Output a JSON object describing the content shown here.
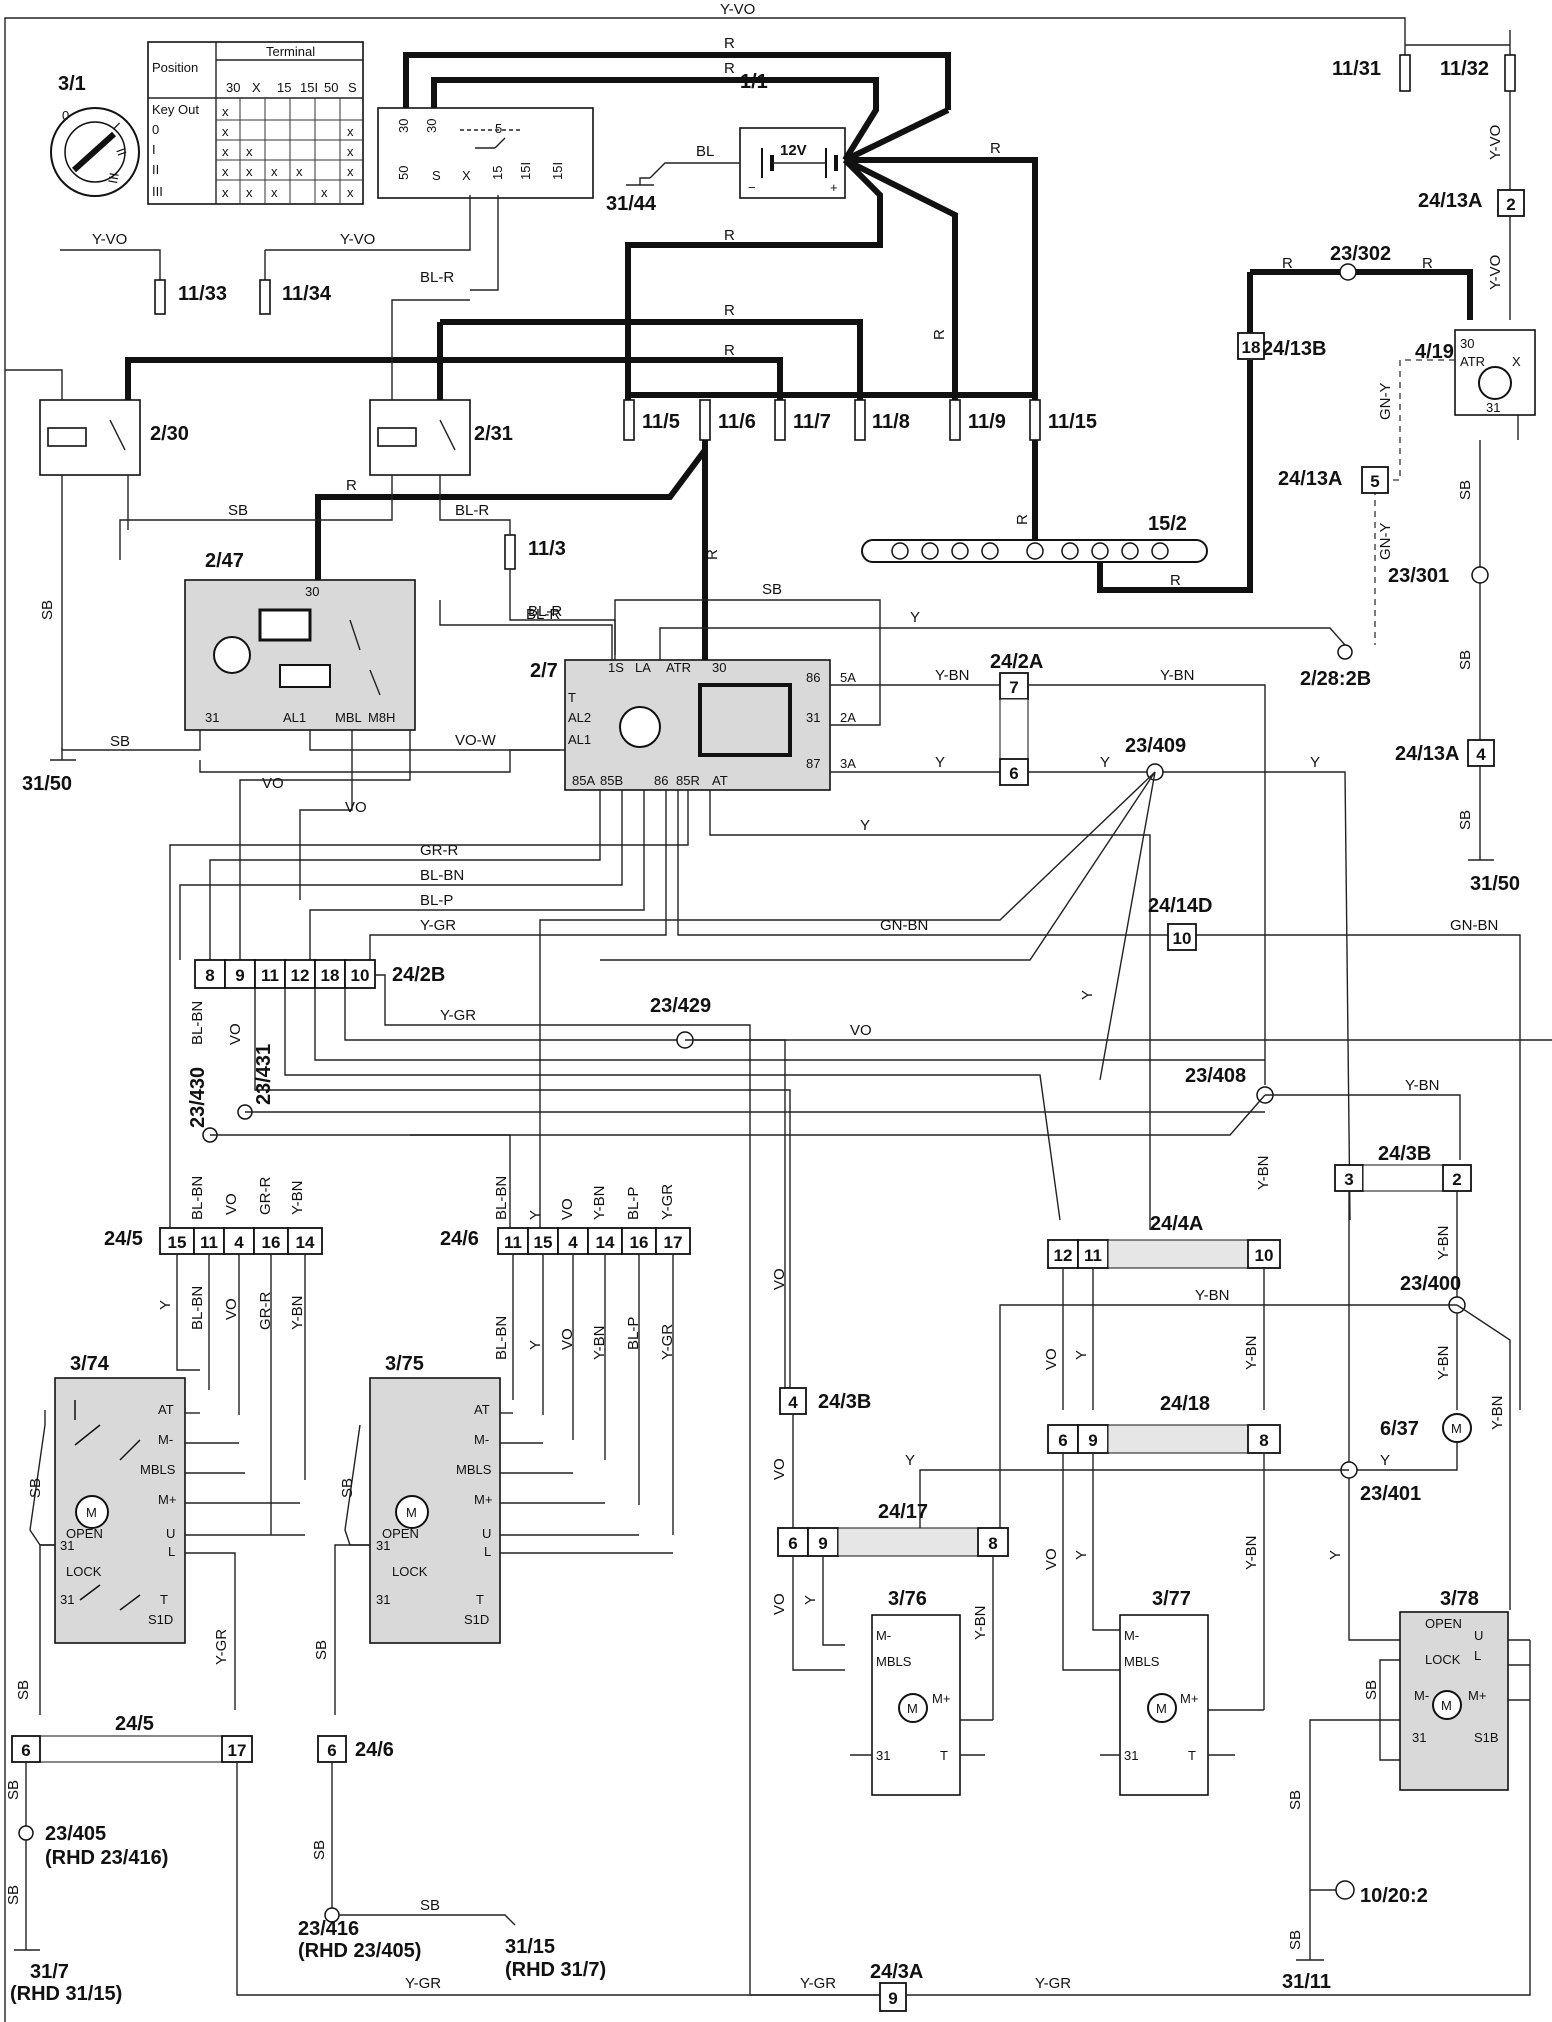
{
  "page": {
    "components": {
      "key_switch": "3/1",
      "battery": "1/1",
      "battery_voltage": "12V",
      "relay_2_30": "2/30",
      "relay_2_31": "2/31",
      "relay_2_47": "2/47",
      "central_unit": "2/7",
      "antenna_4_19": "4/19",
      "bus_15_2": "15/2",
      "motor_6_37": "6/37",
      "door_3_74": "3/74",
      "door_3_75": "3/75",
      "door_3_76": "3/76",
      "door_3_77": "3/77",
      "door_3_78": "3/78",
      "ref_2_28": "2/28:2B",
      "ref_10_20": "10/20:2"
    },
    "key_table": {
      "col_position": "Position",
      "col_terminal": "Terminal",
      "terminals": [
        "30",
        "X",
        "15",
        "15I",
        "50",
        "S"
      ],
      "rows": [
        "Key Out",
        "0",
        "I",
        "II",
        "III"
      ]
    },
    "fuses": [
      "11/31",
      "11/32",
      "11/33",
      "11/34",
      "11/3",
      "11/5",
      "11/6",
      "11/7",
      "11/8",
      "11/9",
      "11/15"
    ],
    "grounds": {
      "g_31_44": "31/44",
      "g_31_50_left": "31/50",
      "g_31_50_right": "31/50",
      "g_31_7": "31/7",
      "g_31_7_rhd": "(RHD 31/15)",
      "g_31_15": "31/15",
      "g_31_15_rhd": "(RHD 31/7)",
      "g_31_11": "31/11"
    },
    "splices": {
      "s_23_302": "23/302",
      "s_23_301": "23/301",
      "s_23_409": "23/409",
      "s_23_429": "23/429",
      "s_23_430": "23/430",
      "s_23_431": "23/431",
      "s_23_408": "23/408",
      "s_23_400": "23/400",
      "s_23_401": "23/401",
      "s_23_405": "23/405",
      "s_23_405_rhd": "(RHD 23/416)",
      "s_23_416": "23/416",
      "s_23_416_rhd": "(RHD 23/405)"
    },
    "connectors": {
      "c_24_13A": "24/13A",
      "c_24_13B": "24/13B",
      "c_24_2A": "24/2A",
      "c_24_2B": "24/2B",
      "c_24_14D": "24/14D",
      "c_24_5": "24/5",
      "c_24_6": "24/6",
      "c_24_4A": "24/4A",
      "c_24_3B": "24/3B",
      "c_24_18": "24/18",
      "c_24_17": "24/17",
      "c_24_3A": "24/3A"
    },
    "connector_pins": {
      "p_24_2B": [
        "8",
        "9",
        "11",
        "12",
        "18",
        "10"
      ],
      "p_24_5": [
        "15",
        "11",
        "4",
        "16",
        "14"
      ],
      "p_24_6": [
        "11",
        "15",
        "4",
        "14",
        "16",
        "17"
      ],
      "p_24_4A": [
        "12",
        "11",
        "10"
      ],
      "p_24_18": [
        "6",
        "9",
        "8"
      ],
      "p_24_17": [
        "6",
        "9",
        "8"
      ],
      "p_24_3B_top": [
        "3",
        "2"
      ],
      "p_24_13A_a": "2",
      "p_24_13A_b": "5",
      "p_24_13A_c": "4",
      "p_24_13B": "18",
      "p_24_2A_a": "7",
      "p_24_2A_b": "6",
      "p_24_14D": "10",
      "p_24_3B_low": "4",
      "p_24_3A": "9",
      "p_24_5_low": [
        "6",
        "17"
      ],
      "p_24_6_low": "6"
    },
    "wire_colors": {
      "y_vo": "Y-VO",
      "r": "R",
      "bl": "BL",
      "sb": "SB",
      "bl_r": "BL-R",
      "y": "Y",
      "y_bn": "Y-BN",
      "vo": "VO",
      "vo_w": "VO-W",
      "gr_r": "GR-R",
      "bl_bn": "BL-BN",
      "bl_p": "BL-P",
      "y_gr": "Y-GR",
      "gn_bn": "GN-BN",
      "gn_y": "GN-Y"
    },
    "terminal_labels": {
      "t_30": "30",
      "t_50": "50",
      "t_s": "S",
      "t_x": "X",
      "t_15": "15",
      "t_15i": "15I",
      "t_5": "5",
      "at": "AT",
      "m_minus": "M-",
      "mbls": "MBLS",
      "m_plus": "M+",
      "u": "U",
      "l": "L",
      "open": "OPEN",
      "lock": "LOCK",
      "t31": "31",
      "t": "T",
      "s1d": "S1D",
      "s1b": "S1B",
      "atr": "ATR",
      "al1": "AL1",
      "al2": "AL2",
      "mbl": "MBL",
      "m8h": "M8H",
      "la": "LA",
      "1s": "1S",
      "t85a": "85A",
      "t85b": "85B",
      "t86": "86",
      "t85r": "85R",
      "t86_2": "86",
      "t87": "87"
    }
  }
}
